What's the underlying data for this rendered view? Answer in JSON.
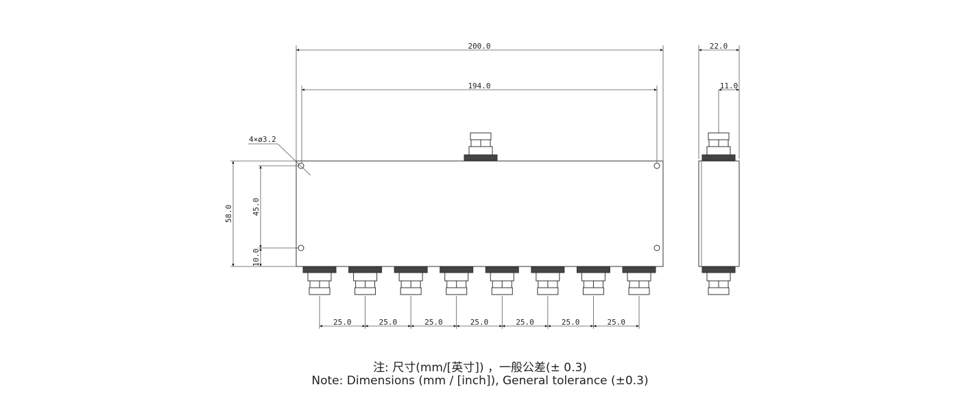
{
  "drawing": {
    "dimensions": {
      "overall_length": "200.0",
      "hole_spacing": "194.0",
      "hole_spec": "4×ø3.2",
      "height": "58.0",
      "hole_vertical_spacing": "45.0",
      "hole_bottom_offset": "10.0",
      "port_pitch": [
        "25.0",
        "25.0",
        "25.0",
        "25.0",
        "25.0",
        "25.0",
        "25.0"
      ],
      "depth": "22.0",
      "connector_offset": "11.0"
    },
    "output_port_count": 8
  },
  "notes": {
    "line_cn": "注: 尺寸(mm/[英寸]) ，一般公差(± 0.3)",
    "line_en": "Note: Dimensions (mm / [inch]), General tolerance (±0.3)"
  }
}
